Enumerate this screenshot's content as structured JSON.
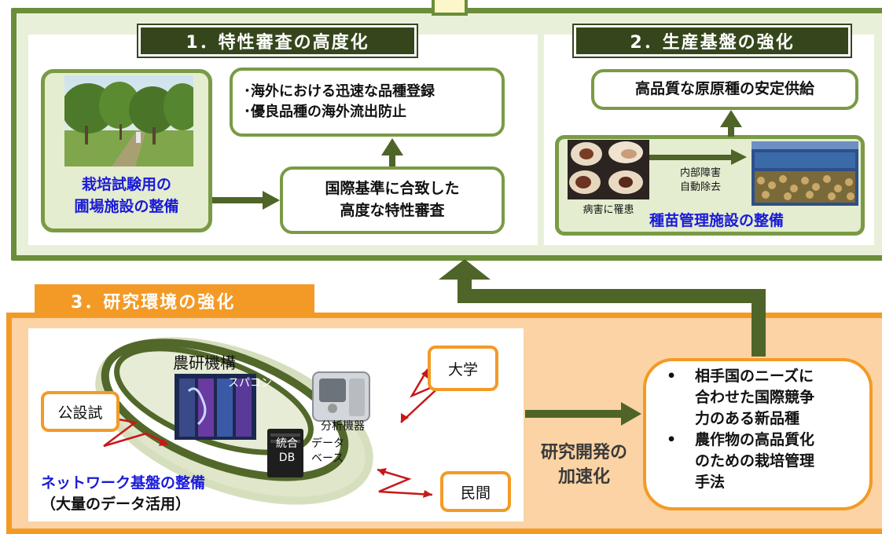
{
  "section1": {
    "title": "1．特性審査の高度化",
    "orchard_label_line1": "栽培試験用の",
    "orchard_label_line2": "圃場施設の整備",
    "overseas_line1": "･海外における迅速な品種登録",
    "overseas_line2": "･優良品種の海外流出防止",
    "intl_line1": "国際基準に合致した",
    "intl_line2": "高度な特性審査"
  },
  "section2": {
    "title": "2．生産基盤の強化",
    "supply_box": "高品質な原原種の安定供給",
    "disease_caption": "病害に罹患",
    "auto_remove_line1": "内部障害",
    "auto_remove_line2": "自動除去",
    "facility_label": "種苗管理施設の整備"
  },
  "section3": {
    "title": "3．研究環境の強化",
    "naro_label": "農研機構",
    "supercomputer": "スパコン",
    "analysis": "分析機器",
    "db_line1": "統合",
    "db_line2": "DB",
    "database_line1": "データ",
    "database_line2": "ベース",
    "public_lab": "公設試",
    "university": "大学",
    "private": "民間",
    "network_line1": "ネットワーク基盤の整備",
    "network_line2": "（大量のデータ活用）",
    "accel_line1": "研究開発の",
    "accel_line2": "加速化",
    "result_items": [
      [
        "相手国のニーズに",
        "合わせた国際競争",
        "力のある新品種"
      ],
      [
        "農作物の高品質化",
        "のための栽培管理",
        "手法"
      ]
    ],
    "bullet": "•"
  },
  "colors": {
    "green_dark": "#36461c",
    "green_frame": "#6b8e3a",
    "green_box": "#7a9a45",
    "orange": "#f39a26",
    "orange_light": "#fbd3a4",
    "blue_text": "#1a1ad9"
  }
}
